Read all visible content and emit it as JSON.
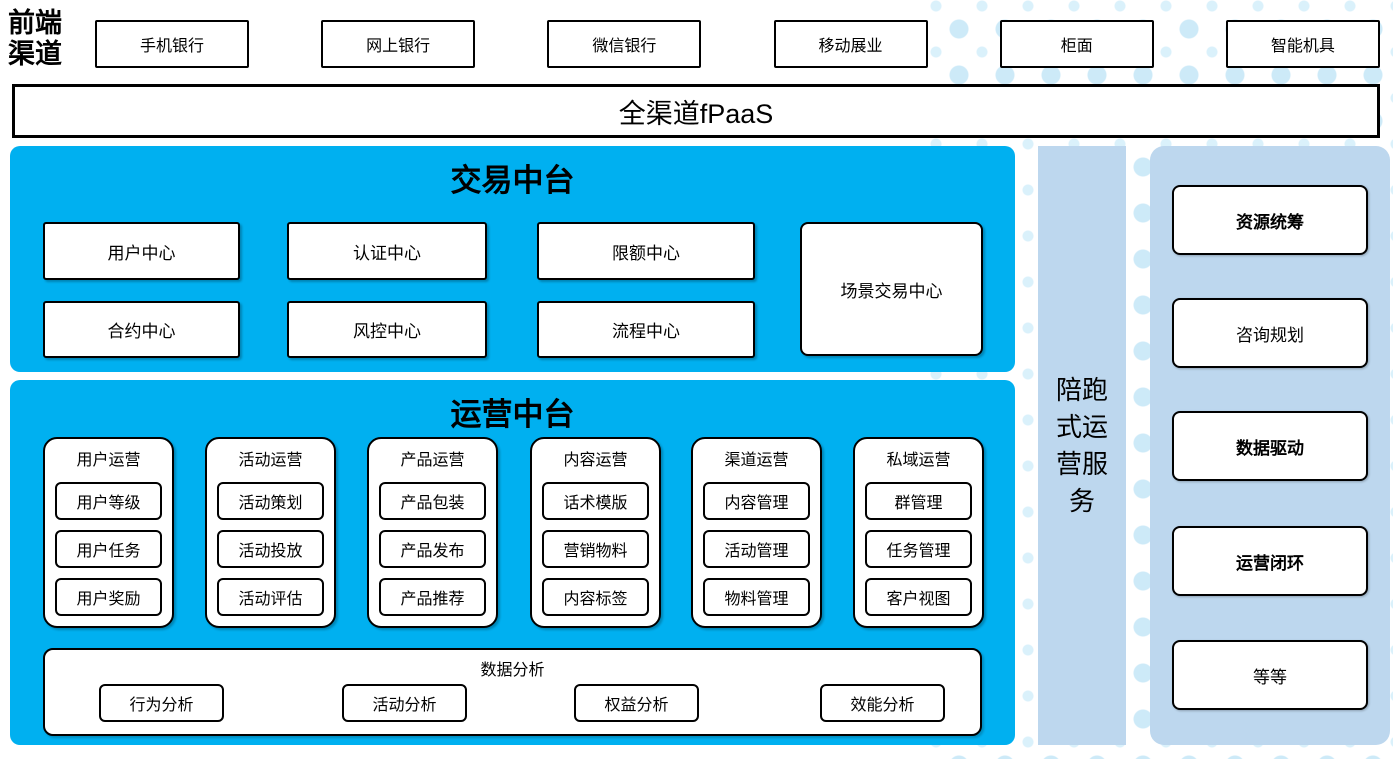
{
  "front_channels": {
    "label": "前端\n渠道",
    "items": [
      {
        "label": "手机银行"
      },
      {
        "label": "网上银行"
      },
      {
        "label": "微信银行"
      },
      {
        "label": "移动展业"
      },
      {
        "label": "柜面"
      },
      {
        "label": "智能机具"
      }
    ]
  },
  "fpaas": {
    "label": "全渠道fPaaS"
  },
  "trade_platform": {
    "title": "交易中台",
    "centers": [
      "用户中心",
      "认证中心",
      "限额中心",
      "合约中心",
      "风控中心",
      "流程中心"
    ],
    "scene_center": "场景交易中心"
  },
  "ops_platform": {
    "title": "运营中台",
    "columns": [
      {
        "title": "用户运营",
        "items": [
          "用户等级",
          "用户任务",
          "用户奖励"
        ]
      },
      {
        "title": "活动运营",
        "items": [
          "活动策划",
          "活动投放",
          "活动评估"
        ]
      },
      {
        "title": "产品运营",
        "items": [
          "产品包装",
          "产品发布",
          "产品推荐"
        ]
      },
      {
        "title": "内容运营",
        "items": [
          "话术模版",
          "营销物料",
          "内容标签"
        ]
      },
      {
        "title": "渠道运营",
        "items": [
          "内容管理",
          "活动管理",
          "物料管理"
        ]
      },
      {
        "title": "私域运营",
        "items": [
          "群管理",
          "任务管理",
          "客户视图"
        ]
      }
    ],
    "data_analysis": {
      "title": "数据分析",
      "items": [
        "行为分析",
        "活动分析",
        "权益分析",
        "效能分析"
      ]
    }
  },
  "side_service": {
    "label": "陪跑式运营服务"
  },
  "right_panel": {
    "items": [
      {
        "label": "资源统筹"
      },
      {
        "label": "咨询规划"
      },
      {
        "label": "数据驱动"
      },
      {
        "label": "运营闭环"
      },
      {
        "label": "等等"
      }
    ]
  },
  "colors": {
    "platform_cyan": "#00b0f0",
    "panel_blue": "#bdd7ee",
    "dot_blue": "#cdeaf8"
  }
}
